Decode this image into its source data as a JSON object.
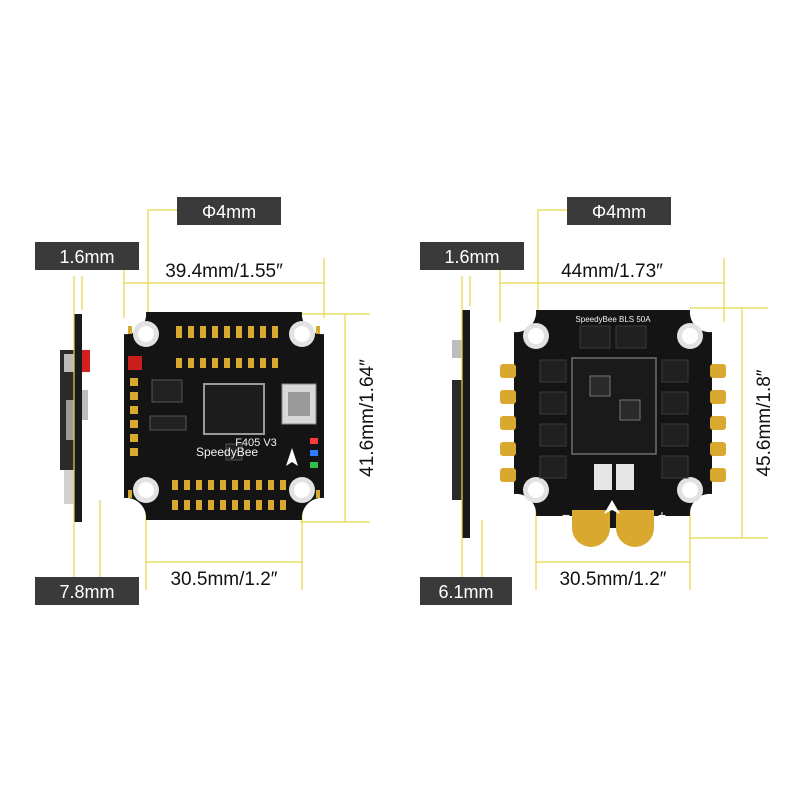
{
  "fc": {
    "hole": "Φ4mm",
    "thickness": "1.6mm",
    "stack_height": "7.8mm",
    "width": "39.4mm/1.55″",
    "height": "41.6mm/1.64″",
    "mount": "30.5mm/1.2″",
    "model": "F405 V3",
    "brand": "SpeedyBee"
  },
  "esc": {
    "hole": "Φ4mm",
    "thickness": "1.6mm",
    "stack_height": "6.1mm",
    "width": "44mm/1.73″",
    "height": "45.6mm/1.8″",
    "mount": "30.5mm/1.2″",
    "model": "SpeedyBee BLS 50A"
  },
  "colors": {
    "guide": "#e8d64a",
    "tag": "#3a3a3a",
    "pcb": "#141414",
    "pad": "#d9a82e"
  }
}
